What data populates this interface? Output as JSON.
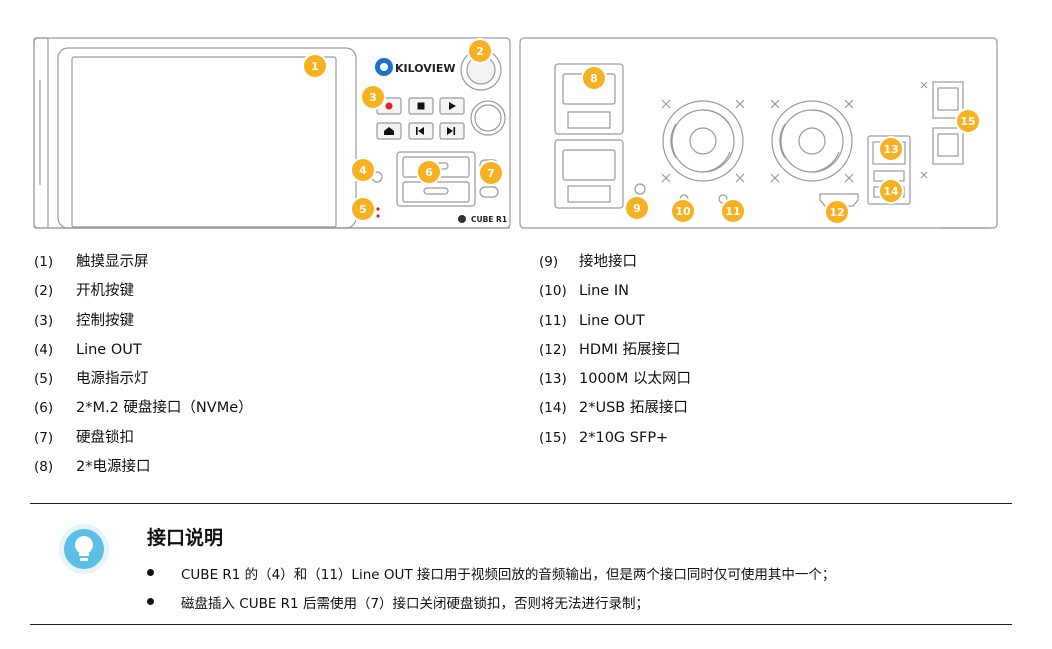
{
  "brand": {
    "logo_text": "KILOVIEW",
    "model_text": "CUBE R1"
  },
  "badges": [
    "1",
    "2",
    "3",
    "4",
    "5",
    "6",
    "7",
    "8",
    "9",
    "10",
    "11",
    "12",
    "13",
    "14",
    "15"
  ],
  "legend_left": [
    {
      "num": "(1)",
      "text": "触摸显示屏"
    },
    {
      "num": "(2)",
      "text": "开机按键"
    },
    {
      "num": "(3)",
      "text": "控制按键"
    },
    {
      "num": "(4)",
      "text": "Line OUT"
    },
    {
      "num": "(5)",
      "text": "电源指示灯"
    },
    {
      "num": "(6)",
      "text": "2*M.2 硬盘接口（NVMe）"
    },
    {
      "num": "(7)",
      "text": "硬盘锁扣"
    },
    {
      "num": "(8)",
      "text": "2*电源接口"
    }
  ],
  "legend_right": [
    {
      "num": "(9)",
      "text": "接地接口"
    },
    {
      "num": "(10)",
      "text": "Line IN"
    },
    {
      "num": "(11)",
      "text": "Line OUT"
    },
    {
      "num": "(12)",
      "text": "HDMI 拓展接口"
    },
    {
      "num": "(13)",
      "text": "1000M 以太网口"
    },
    {
      "num": "(14)",
      "text": "2*USB 拓展接口"
    },
    {
      "num": "(15)",
      "text": "2*10G SFP+"
    }
  ],
  "tip": {
    "title": "接口说明",
    "bullets": [
      "CUBE R1 的（4）和（11）Line OUT 接口用于视频回放的音频输出，但是两个接口同时仅可使用其中一个；",
      "磁盘插入 CUBE R1 后需使用（7）接口关闭硬盘锁扣，否则将无法进行录制；"
    ]
  },
  "colors": {
    "badge": "#f5b120",
    "tip_icon": "#5bbfe8",
    "record_dot": "#e02020"
  }
}
